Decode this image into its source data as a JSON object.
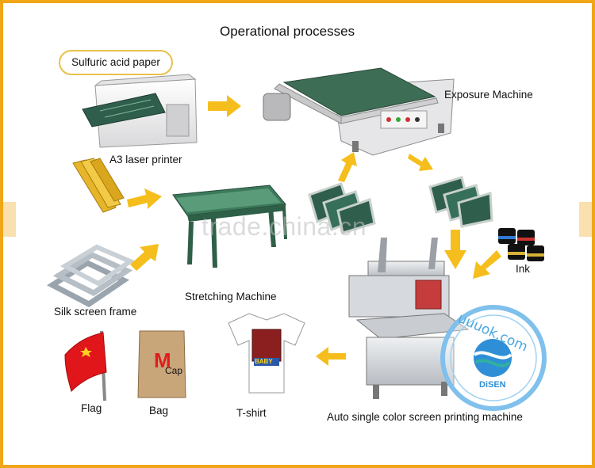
{
  "title": "Operational processes",
  "bubble_text": "Sulfuric acid paper",
  "labels": {
    "printer": "A3 laser printer",
    "exposure": "Exposure Machine",
    "stretching": "Stretching Machine",
    "frame": "Silk screen frame",
    "ink": "Ink",
    "auto": "Auto single color screen printing machine",
    "tshirt": "T-shirt",
    "bag": "Bag",
    "flag": "Flag",
    "cap": "Cap"
  },
  "watermark": "trade.china.cn",
  "seal": {
    "url_text": "uuuok.com",
    "brand": "DiSEN"
  },
  "tshirt_print": "BABY",
  "bag_logo": "M",
  "colors": {
    "arrow": "#f5be1c",
    "border": "#f0a616",
    "screen_green": "#2f5f4c",
    "machine_green": "#3d6d54",
    "seal_blue": "#2f8fd6"
  }
}
